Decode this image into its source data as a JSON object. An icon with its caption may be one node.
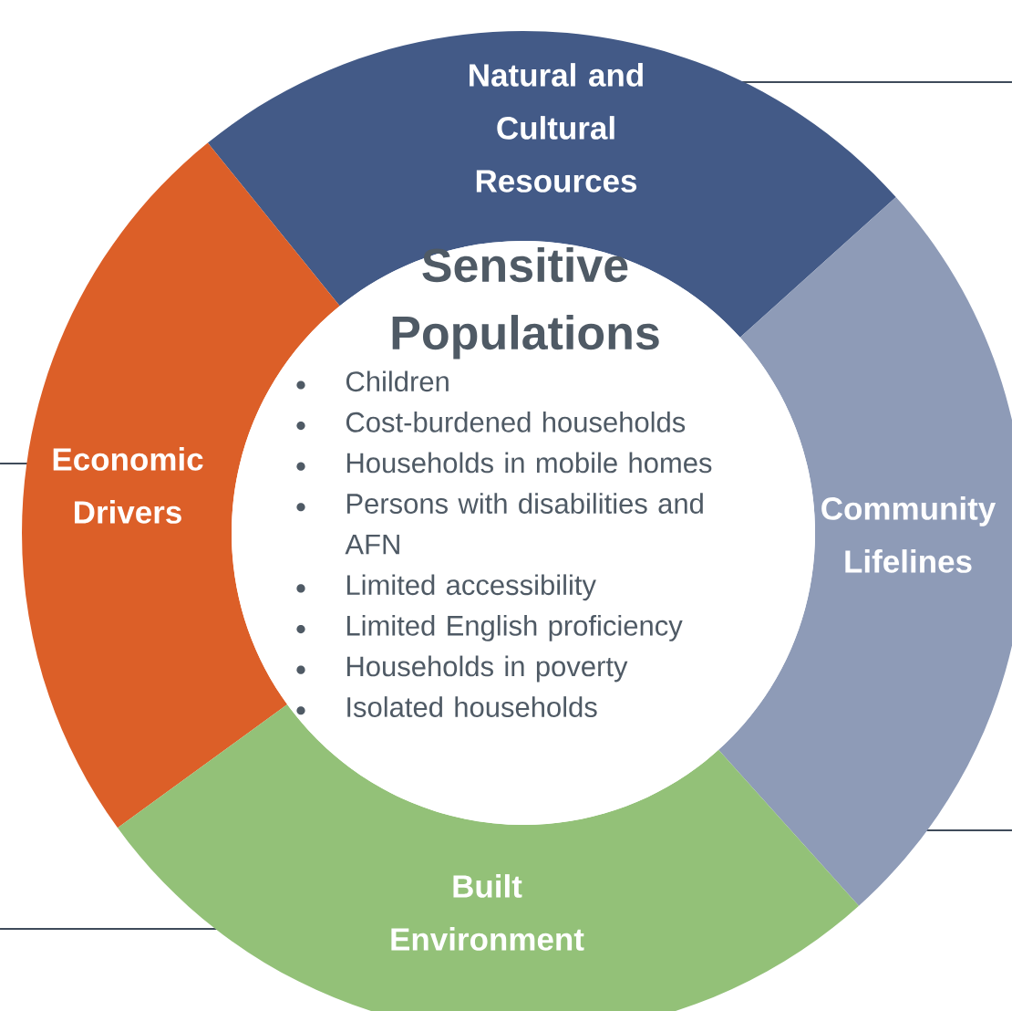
{
  "diagram": {
    "nodes": [
      {
        "text": [
          "Natural and Cultural Resources"
        ]
      },
      {
        "text": [
          "Economic Drivers"
        ]
      },
      {
        "text": [
          "Sensitive Populations",
          "Children",
          "Cost-burdened households",
          "Households in mobile homes",
          "Persons with disabilities and AFN",
          "Limited accessibility",
          "Limited English proficiency",
          "Households in poverty",
          "Isolated households"
        ]
      },
      {
        "text": [
          "Community Lifelines"
        ]
      },
      {
        "text": [
          "Built Environment"
        ]
      }
    ],
    "edges": [
      {
        "from": 0,
        "to": null,
        "arrow": "none"
      },
      {
        "from": 1,
        "to": null,
        "arrow": "none"
      },
      {
        "from": 3,
        "to": null,
        "arrow": "none"
      },
      {
        "from": 4,
        "to": null,
        "arrow": "none"
      }
    ]
  }
}
